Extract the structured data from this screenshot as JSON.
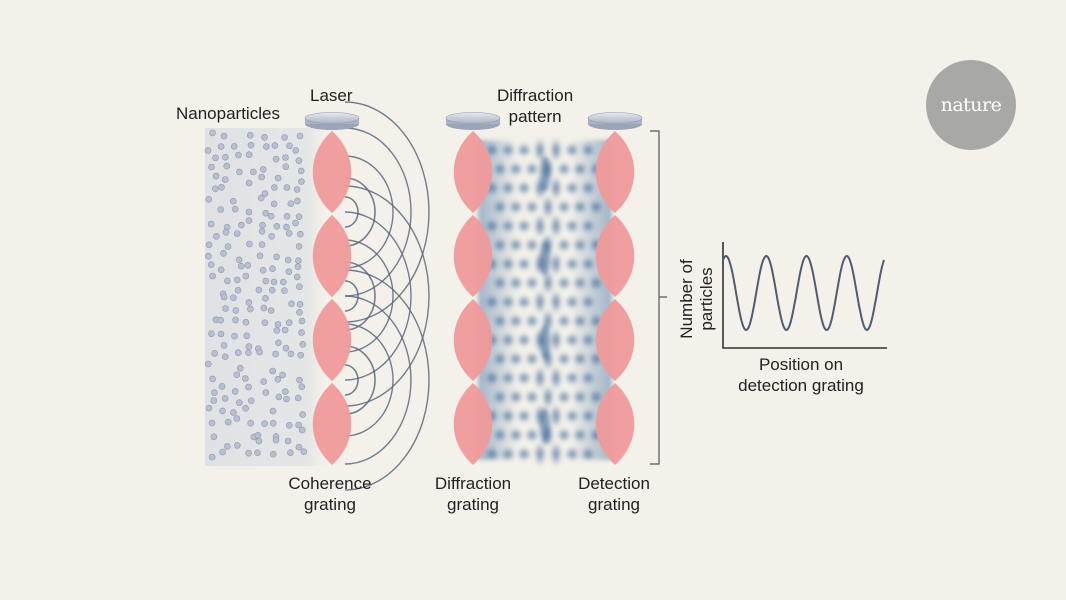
{
  "labels": {
    "nanoparticles": "Nanoparticles",
    "laser": "Laser",
    "diffraction_pattern_line1": "Diffraction",
    "diffraction_pattern_line2": "pattern",
    "coherence_line1": "Coherence",
    "coherence_line2": "grating",
    "diffraction_line1": "Diffraction",
    "diffraction_line2": "grating",
    "detection_line1": "Detection",
    "detection_line2": "grating"
  },
  "graph": {
    "ylabel_line1": "Number of",
    "ylabel_line2": "particles",
    "xlabel_line1": "Position on",
    "xlabel_line2": "detection grating",
    "cycles": 4
  },
  "logo": {
    "text": "nature"
  },
  "colors": {
    "background": "#f4f1ea",
    "laser_beam": "#ef9a9a",
    "particles": "#b8bfd1",
    "particle_cloud": "#dfe1e4",
    "wavefront": "#5c6880",
    "interference": "#2f5c92",
    "graph_line": "#4f5b73"
  }
}
